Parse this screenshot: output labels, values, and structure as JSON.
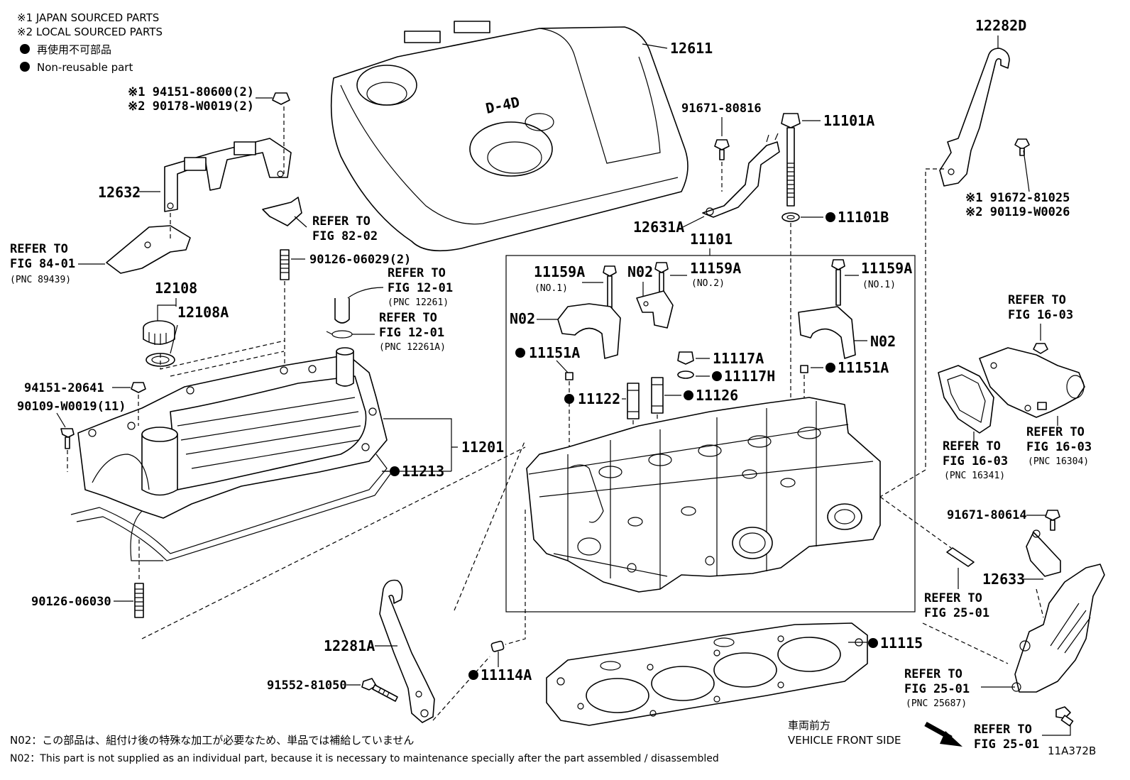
{
  "legend": {
    "japan": "※1 JAPAN SOURCED PARTS",
    "local": "※2 LOCAL SOURCED PARTS",
    "nonreuse_jp": "再使用不可部品",
    "nonreuse_en": "Non-reusable part"
  },
  "parts": {
    "p12611": "12611",
    "p12282D": "12282D",
    "p94151_80600": "※1 94151-80600(2)",
    "p90178": "※2 90178-W0019(2)",
    "p91671_80816": "91671-80816",
    "p11101A": "11101A",
    "p12632": "12632",
    "p12631A": "12631A",
    "p11101B": "11101B",
    "p91672": "※1 91672-81025",
    "p90119": "※2 90119-W0026",
    "p90126_06029": "90126-06029(2)",
    "p11101": "11101",
    "p12108": "12108",
    "p12108A": "12108A",
    "p11159A_1": "11159A",
    "p11159A_1_sub": "(NO.1)",
    "pN02_a": "N02",
    "p11159A_2": "11159A",
    "p11159A_2_sub": "(NO.2)",
    "p11159A_3": "11159A",
    "p11159A_3_sub": "(NO.1)",
    "pN02_b": "N02",
    "pN02_c": "N02",
    "p11151A_a": "11151A",
    "p11117A": "11117A",
    "p11117H": "11117H",
    "p11151A_b": "11151A",
    "p11122": "11122",
    "p11126": "11126",
    "p94151_20641": "94151-20641",
    "p90109": "90109-W0019(11)",
    "p11201": "11201",
    "p11213": "11213",
    "p90126_06030": "90126-06030",
    "p12281A": "12281A",
    "p91552": "91552-81050",
    "p11114A": "11114A",
    "p11115": "11115",
    "p91671_80614": "91671-80614",
    "p12633": "12633"
  },
  "refs": {
    "r8202_a": "REFER TO",
    "r8202_b": "FIG 82-02",
    "r8401_a": "REFER TO",
    "r8401_b": "FIG 84-01",
    "r8401_c": "(PNC 89439)",
    "r1201a_a": "REFER TO",
    "r1201a_b": "FIG 12-01",
    "r1201a_c": "(PNC 12261)",
    "r1201b_a": "REFER TO",
    "r1201b_b": "FIG 12-01",
    "r1201b_c": "(PNC 12261A)",
    "r1603a_a": "REFER TO",
    "r1603a_b": "FIG 16-03",
    "r1603b_a": "REFER TO",
    "r1603b_b": "FIG 16-03",
    "r1603b_c": "(PNC 16341)",
    "r1603c_a": "REFER TO",
    "r1603c_b": "FIG 16-03",
    "r1603c_c": "(PNC 16304)",
    "r2501a_a": "REFER TO",
    "r2501a_b": "FIG 25-01",
    "r2501b_a": "REFER TO",
    "r2501b_b": "FIG 25-01",
    "r2501b_c": "(PNC 25687)",
    "r2501c_a": "REFER TO",
    "r2501c_b": "FIG 25-01"
  },
  "cover_logo": "D-4D",
  "direction": {
    "jp": "車両前方",
    "en": "VEHICLE FRONT SIDE"
  },
  "notes": {
    "jp": "N02：この部品は、組付け後の特殊な加工が必要なため、単品では補給していません",
    "en": "N02：This part is not supplied as an individual part, because it is necessary to maintenance specially after the part assembled / disassembled"
  },
  "figure_code": "11A372B"
}
